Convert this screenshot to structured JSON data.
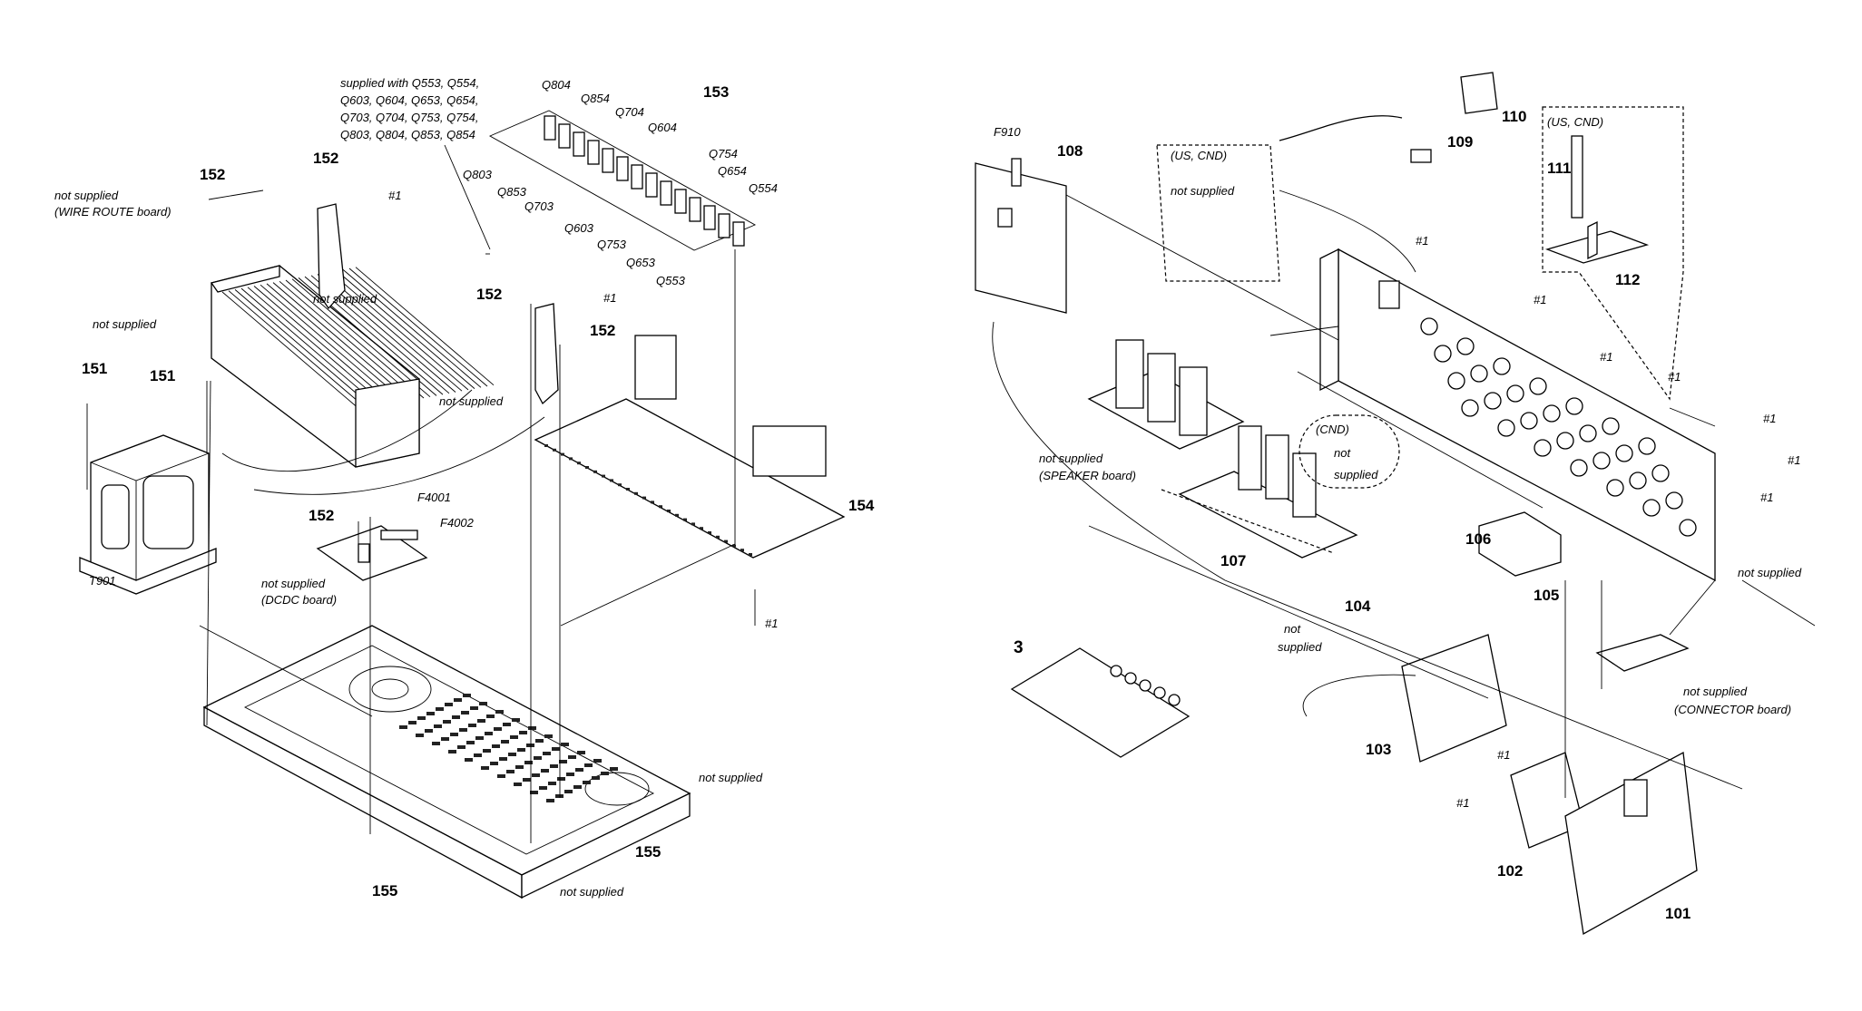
{
  "left": {
    "supplied_note": [
      "supplied with Q553, Q554,",
      "Q603, Q604, Q653, Q654,",
      "Q703, Q704, Q753, Q754,",
      "Q803, Q804, Q853, Q854"
    ],
    "transistors": [
      "Q804",
      "Q854",
      "Q704",
      "Q604",
      "Q754",
      "Q654",
      "Q554",
      "Q803",
      "Q853",
      "Q703",
      "Q603",
      "Q753",
      "Q653",
      "Q553"
    ],
    "refs": {
      "p151a": "151",
      "p151b": "151",
      "p152a": "152",
      "p152b": "152",
      "p152c": "152",
      "p152d": "152",
      "p152e": "152",
      "p153": "153",
      "p154": "154",
      "p155a": "155",
      "p155b": "155",
      "t901": "T901",
      "f4001": "F4001",
      "f4002": "F4002",
      "s1a": "#1",
      "s1b": "#1",
      "s1c": "#1"
    },
    "notes": {
      "wire_route_1": "not supplied",
      "wire_route_2": "(WIRE ROUTE board)",
      "bracket": "not supplied",
      "heatsink": "not supplied",
      "bracket2": "not supplied",
      "dcdc_1": "not supplied",
      "dcdc_2": "(DCDC board)",
      "chassis_right": "not supplied",
      "chassis_bottom": "not supplied"
    }
  },
  "right": {
    "refs": {
      "f910": "F910",
      "p108": "108",
      "p110": "110",
      "p109": "109",
      "p111": "111",
      "p112": "112",
      "p107": "107",
      "p106": "106",
      "p105": "105",
      "p104": "104",
      "p103": "103",
      "p102": "102",
      "p101": "101",
      "p3": "3"
    },
    "screws": [
      "#1",
      "#1",
      "#1",
      "#1",
      "#1",
      "#1",
      "#1",
      "#1",
      "#1"
    ],
    "notes": {
      "us_cnd_1": "(US, CND)",
      "not_supplied_top": "not supplied",
      "us_cnd_2": "(US, CND)",
      "speaker_1": "not supplied",
      "speaker_2": "(SPEAKER board)",
      "cnd": "(CND)",
      "cnd_ns_1": "not",
      "cnd_ns_2": "supplied",
      "ns_104_1": "not",
      "ns_104_2": "supplied",
      "rear_right": "not supplied",
      "connector_1": "not supplied",
      "connector_2": "(CONNECTOR board)"
    }
  }
}
